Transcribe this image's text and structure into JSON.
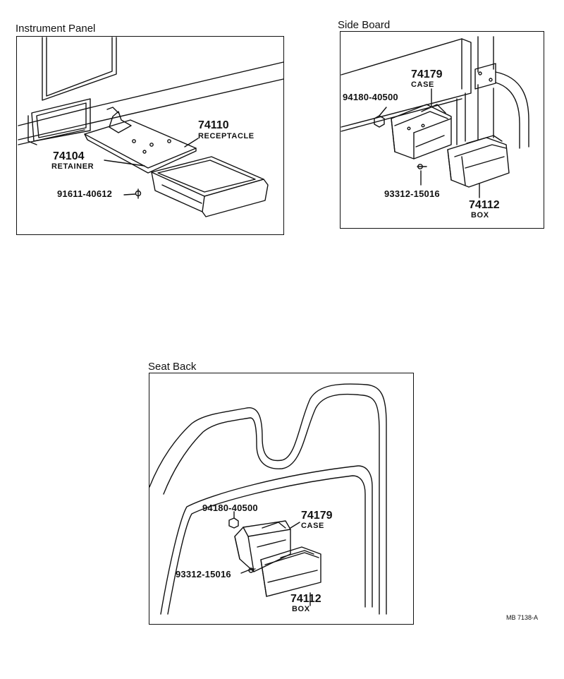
{
  "panels": {
    "instrument": {
      "title": "Instrument Panel",
      "parts": {
        "retainer": {
          "number": "74104",
          "name": "RETAINER"
        },
        "receptacle": {
          "number": "74110",
          "name": "RECEPTACLE"
        },
        "screw": {
          "number": "91611-40612"
        }
      }
    },
    "side_board": {
      "title": "Side Board",
      "parts": {
        "case": {
          "number": "74179",
          "name": "CASE"
        },
        "nut": {
          "number": "94180-40500"
        },
        "screw": {
          "number": "93312-15016"
        },
        "box": {
          "number": "74112",
          "name": "BOX"
        }
      }
    },
    "seat_back": {
      "title": "Seat Back",
      "parts": {
        "nut": {
          "number": "94180-40500"
        },
        "case": {
          "number": "74179",
          "name": "CASE"
        },
        "screw": {
          "number": "93312-15016"
        },
        "box": {
          "number": "74112",
          "name": "BOX"
        }
      }
    }
  },
  "figure_ref": "MB 7138-A"
}
